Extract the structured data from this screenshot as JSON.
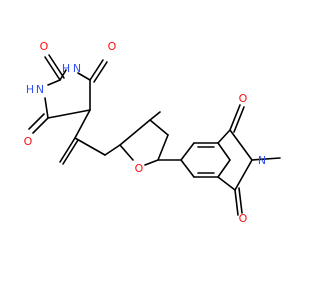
{
  "molecule": {
    "atoms": [
      {
        "symbol": "O",
        "color": "#ff0d0d"
      },
      {
        "symbol": "H",
        "color": "#3050f8"
      },
      {
        "symbol": "N",
        "color": "#3050f8"
      },
      {
        "symbol": "O",
        "color": "#ff0d0d"
      },
      {
        "symbol": "H",
        "color": "#3050f8"
      },
      {
        "symbol": "N",
        "color": "#3050f8"
      },
      {
        "symbol": "O",
        "color": "#ff0d0d"
      },
      {
        "symbol": "O",
        "color": "#ff0d0d"
      },
      {
        "symbol": "O",
        "color": "#ff0d0d"
      },
      {
        "symbol": "N",
        "color": "#3050f8"
      },
      {
        "symbol": "O",
        "color": "#ff0d0d"
      }
    ]
  }
}
